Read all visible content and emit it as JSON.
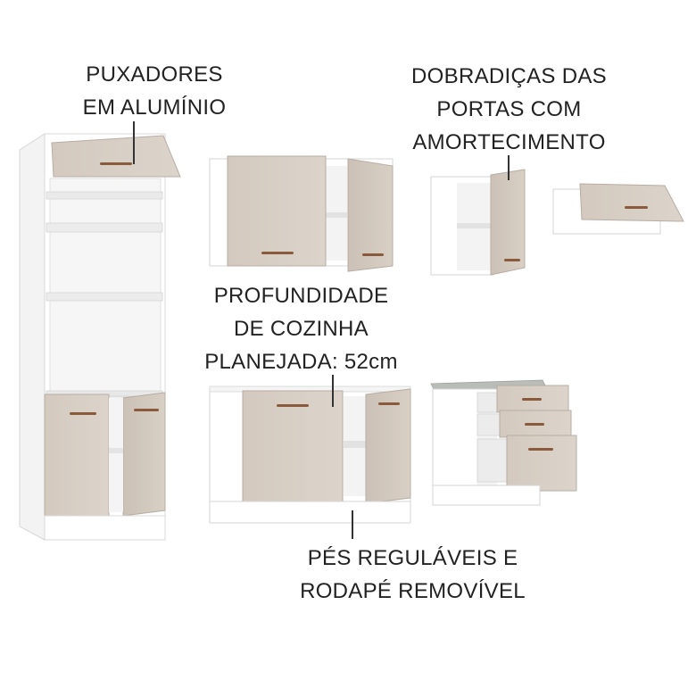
{
  "callouts": {
    "handles": {
      "line1": "PUXADORES",
      "line2": "EM ALUMÍNIO"
    },
    "hinges": {
      "line1": "DOBRADIÇAS DAS",
      "line2": "PORTAS COM",
      "line3": "AMORTECIMENTO"
    },
    "depth": {
      "line1": "PROFUNDIDADE",
      "line2": "DE COZINHA",
      "line3": "PLANEJADA: 52cm"
    },
    "feet": {
      "line1": "PÉS REGULÁVEIS E",
      "line2": "RODAPÉ REMOVÍVEL"
    }
  },
  "colors": {
    "body_white": "#ffffff",
    "door_beige": "#d7cec4",
    "door_shade": "#c4b9ad",
    "interior": "#eeeeee",
    "edge": "#cfcfcf",
    "handle": "#8a5a3c",
    "countertop": "#b9bcb8"
  }
}
